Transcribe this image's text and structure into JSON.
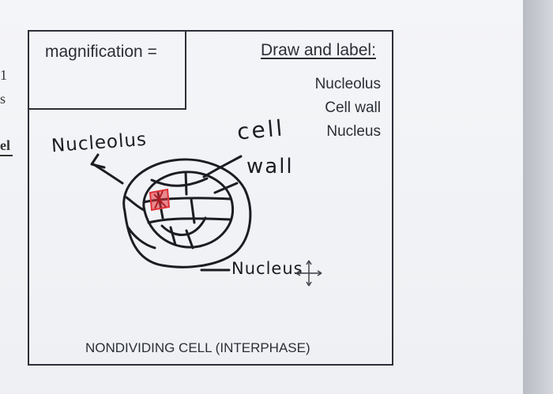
{
  "edge_fragments": [
    "1",
    "s",
    "el"
  ],
  "worksheet": {
    "magnification_label": "magnification =",
    "draw_label_heading": "Draw and label:",
    "required_labels": [
      "Nucleolus",
      "Cell wall",
      "Nucleus"
    ],
    "caption": "NONDIVIDING CELL (INTERPHASE)"
  },
  "handwriting": {
    "nucleolus": "Nucleolus",
    "cell": "cell",
    "wall": "wall",
    "nucleus": "Nucleus"
  },
  "colors": {
    "ink": "#1c1c22",
    "print": "#2c2e36",
    "nucleolus_red": "#e03036"
  }
}
